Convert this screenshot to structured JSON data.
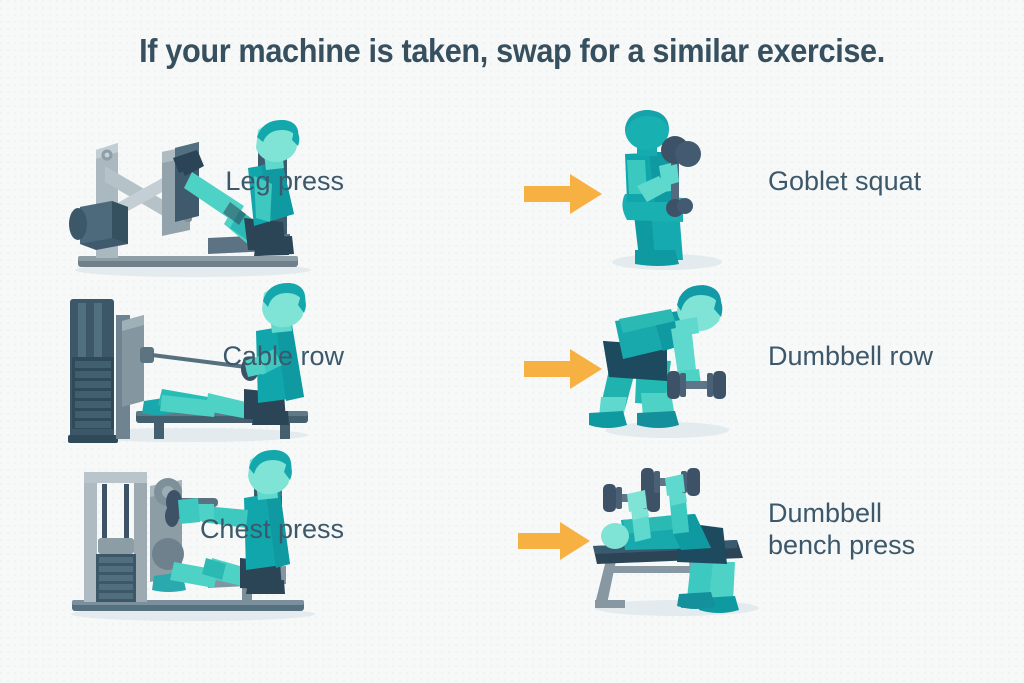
{
  "title": "If your machine is taken, swap for a similar exercise.",
  "colors": {
    "background": "#f7f8f8",
    "title_text": "#36505f",
    "label_text": "#3c586a",
    "arrow": "#f6b142",
    "teal_dark": "#0f9faa",
    "teal_mid": "#20b2ae",
    "teal_light": "#5fd9cd",
    "teal_pale": "#7fe3d6",
    "navy": "#2b4456",
    "slate": "#3d5266",
    "machine_grey": "#98a6ad",
    "machine_light": "#b9c5cb",
    "shadow": "#dde7ea"
  },
  "rows": [
    {
      "machine_label": "Leg press",
      "machine_icon": "leg-press-machine-illustration",
      "alternative_label": "Goblet squat",
      "alternative_icon": "goblet-squat-illustration",
      "arrow_icon": "right-arrow-icon"
    },
    {
      "machine_label": "Cable row",
      "machine_icon": "cable-row-machine-illustration",
      "alternative_label": "Dumbbell row",
      "alternative_icon": "dumbbell-row-illustration",
      "arrow_icon": "right-arrow-icon"
    },
    {
      "machine_label": "Chest press",
      "machine_icon": "chest-press-machine-illustration",
      "alternative_label": "Dumbbell\nbench press",
      "alternative_icon": "dumbbell-bench-press-illustration",
      "arrow_icon": "right-arrow-icon"
    }
  ]
}
